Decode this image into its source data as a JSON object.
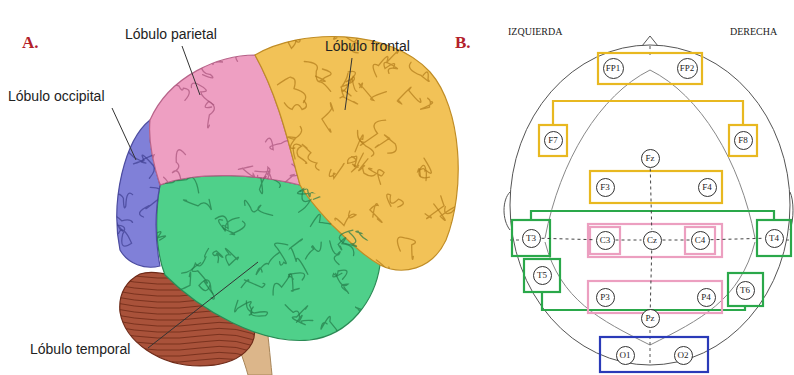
{
  "diagram": {
    "nodes": [
      {
        "text": [
          "FP1"
        ]
      },
      {
        "text": [
          "FP2"
        ]
      },
      {
        "text": [
          "F7"
        ]
      },
      {
        "text": [
          "Fz"
        ]
      },
      {
        "text": [
          "F8"
        ]
      },
      {
        "text": [
          "F3"
        ]
      },
      {
        "text": [
          "F4"
        ]
      },
      {
        "text": [
          "T3"
        ]
      },
      {
        "text": [
          "C3"
        ]
      },
      {
        "text": [
          "Cz"
        ]
      },
      {
        "text": [
          "C4"
        ]
      },
      {
        "text": [
          "T4"
        ]
      },
      {
        "text": [
          "T5"
        ]
      },
      {
        "text": [
          "P3"
        ]
      },
      {
        "text": [
          "P4"
        ]
      },
      {
        "text": [
          "T6"
        ]
      },
      {
        "text": [
          "Pz"
        ]
      },
      {
        "text": [
          "O1"
        ]
      },
      {
        "text": [
          "O2"
        ]
      }
    ],
    "edges": [
      {
        "from": 7,
        "to": 8,
        "arrow": "none"
      },
      {
        "from": 8,
        "to": 9,
        "arrow": "none"
      },
      {
        "from": 9,
        "to": 10,
        "arrow": "none"
      },
      {
        "from": 10,
        "to": 11,
        "arrow": "none"
      },
      {
        "from": 3,
        "to": 9,
        "arrow": "none"
      },
      {
        "from": 9,
        "to": 16,
        "arrow": "none"
      }
    ],
    "labels": [
      "A.",
      "Lóbulo parietal",
      "Lóbulo frontal",
      "Lóbulo occipital",
      "Lóbulo temporal",
      "B.",
      "IZQUIERDA",
      "DERECHA"
    ]
  }
}
